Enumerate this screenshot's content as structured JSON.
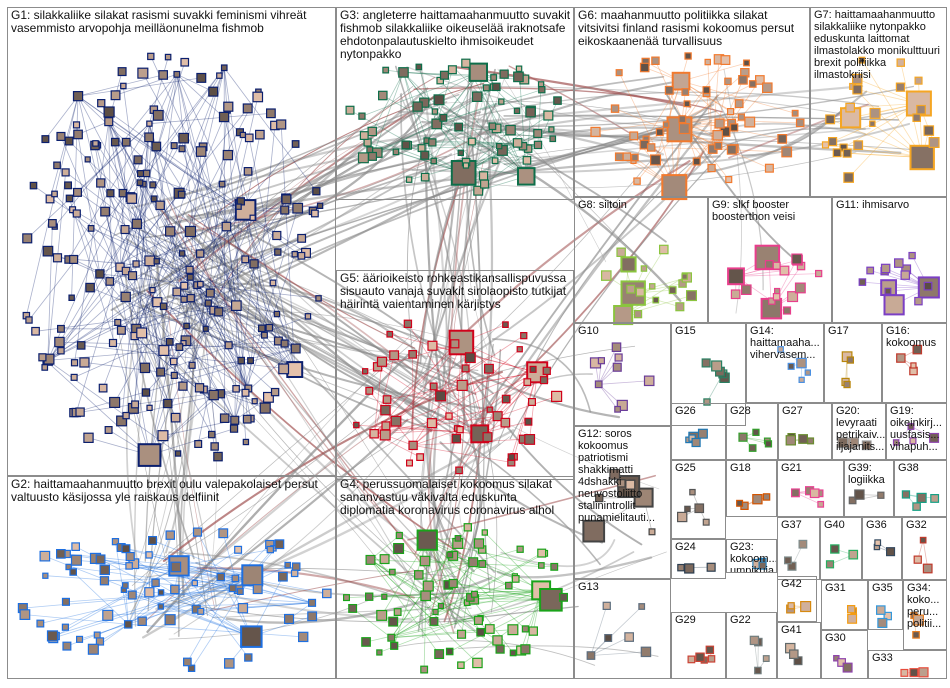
{
  "groups": [
    {
      "id": "G1",
      "label": "G1: silakkaliike silakat rasismi suvakki feminismi vihreät vasemmisto arvopohja meilläonunelma fishmob",
      "color": "#0b1f6e"
    },
    {
      "id": "G3",
      "label": "G3: angleterre haittamaahanmuutto suvakit fishmob silakkaliike oikeuselää iraknotsafe ehdotonpalautuskielto ihmisoikeudet nytonpakko",
      "color": "#0e6e4a"
    },
    {
      "id": "G6",
      "label": "G6: maahanmuutto politiikka silakat vitsivitsi finland rasismi kokoomus persut eikoskaanenää turvallisuus",
      "color": "#f27a2e"
    },
    {
      "id": "G7",
      "label": "G7: haittamaahanmuutto silakkaliike nytonpakko eduskunta laittomat ilmastolakko monikulttuuri brexit politiikka ilmastokriisi",
      "color": "#f5a623"
    },
    {
      "id": "G8",
      "label": "G8: siitoin",
      "color": "#8bc43f"
    },
    {
      "id": "G9",
      "label": "G9: slkf booster boosterthon veisi",
      "color": "#e83e8c"
    },
    {
      "id": "G11",
      "label": "G11: ihmisarvo",
      "color": "#7b3fc4"
    },
    {
      "id": "G5",
      "label": "G5: äärioikeisto rohkeastikansallispuvussa sisuauto vanaja suvakit sirolaopisto tutkijat häirintä vaientaminen kärjistys",
      "color": "#d0021b"
    },
    {
      "id": "G10",
      "label": "G10",
      "color": "#6a3d9a"
    },
    {
      "id": "G15",
      "label": "G15",
      "color": "#2a7f62"
    },
    {
      "id": "G14",
      "label": "G14: haittamaaha... vihervasem...",
      "color": "#4a90e2"
    },
    {
      "id": "G17",
      "label": "G17",
      "color": "#b8860b"
    },
    {
      "id": "G16",
      "label": "G16: kokoomus",
      "color": "#c0392b"
    },
    {
      "id": "G26",
      "label": "G26",
      "color": "#1f78b4"
    },
    {
      "id": "G28",
      "label": "G28",
      "color": "#33a02c"
    },
    {
      "id": "G27",
      "label": "G27",
      "color": "#6a8d2f"
    },
    {
      "id": "G20",
      "label": "G20: levyraati petrikaiv... iljajanits...",
      "color": "#999999"
    },
    {
      "id": "G19",
      "label": "G19: oikeinkirj... uusfasis... vihapuh...",
      "color": "#8e44ad"
    },
    {
      "id": "G2",
      "label": "G2: haittamaahanmuutto brexit oulu valepakolaiset persut valtuusto käsijossa yle raiskaus delfiinit",
      "color": "#1e6fe0"
    },
    {
      "id": "G4",
      "label": "G4: perussuomalaiset kokoomus silakat sananvastuu väkivalta eduskunta diplomatia koronavirus coronavirus alhol",
      "color": "#1aa31a"
    },
    {
      "id": "G12",
      "label": "G12: soros kokoomus patriotismi shakkimatti 4dshakki neuvostoliitto stalinintrollit punamielitauti...",
      "color": "#444444"
    },
    {
      "id": "G25",
      "label": "G25",
      "color": "#555555"
    },
    {
      "id": "G18",
      "label": "G18",
      "color": "#d35400"
    },
    {
      "id": "G21",
      "label": "G21",
      "color": "#e84393"
    },
    {
      "id": "G39",
      "label": "G39: logiikka",
      "color": "#666666"
    },
    {
      "id": "G38",
      "label": "G38",
      "color": "#16a085"
    },
    {
      "id": "G24",
      "label": "G24",
      "color": "#2c3e50"
    },
    {
      "id": "G37",
      "label": "G37",
      "color": "#7f8c8d"
    },
    {
      "id": "G40",
      "label": "G40",
      "color": "#27ae60"
    },
    {
      "id": "G36",
      "label": "G36",
      "color": "#34495e"
    },
    {
      "id": "G32",
      "label": "G32",
      "color": "#c0392b"
    },
    {
      "id": "G23",
      "label": "G23: kokoom... umpikuja",
      "color": "#2980b9"
    },
    {
      "id": "G42",
      "label": "G42",
      "color": "#d68910"
    },
    {
      "id": "G13",
      "label": "G13",
      "color": "#5d6d7e"
    },
    {
      "id": "G29",
      "label": "G29",
      "color": "#cb4335"
    },
    {
      "id": "G22",
      "label": "G22",
      "color": "#717d7e"
    },
    {
      "id": "G41",
      "label": "G41",
      "color": "#616a6b"
    },
    {
      "id": "G31",
      "label": "G31",
      "color": "#f39c12"
    },
    {
      "id": "G35",
      "label": "G35",
      "color": "#3498db"
    },
    {
      "id": "G34",
      "label": "G34: koko... peru... politii...",
      "color": "#e67e22"
    },
    {
      "id": "G30",
      "label": "G30",
      "color": "#8e44ad"
    },
    {
      "id": "G33",
      "label": "G33",
      "color": "#e74c3c"
    }
  ]
}
